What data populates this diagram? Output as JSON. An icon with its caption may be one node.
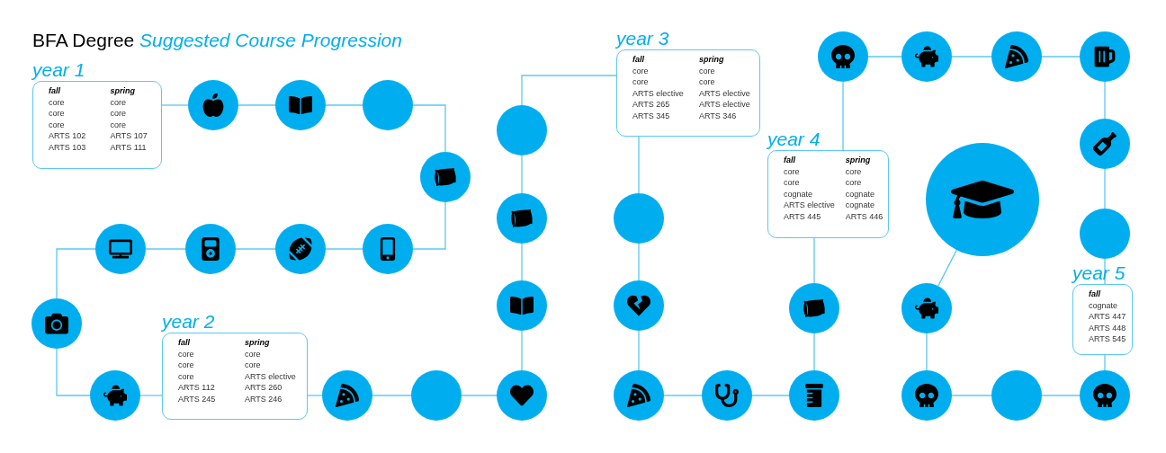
{
  "diagram": {
    "title": "BFA Degree *Suggested Course Progression*",
    "nodes": [
      {
        "text": [
          "year 1",
          "fall",
          "core",
          "core",
          "core",
          "ARTS 102",
          "ARTS 103",
          "spring",
          "core",
          "core",
          "core",
          "ARTS 107",
          "ARTS 111"
        ]
      },
      {
        "text": [],
        "shape": "circle"
      },
      {
        "text": [],
        "shape": "circle"
      },
      {
        "text": [],
        "shape": "circle"
      },
      {
        "text": [],
        "shape": "circle"
      },
      {
        "text": [],
        "shape": "circle"
      },
      {
        "text": [],
        "shape": "circle"
      },
      {
        "text": [],
        "shape": "circle"
      },
      {
        "text": [],
        "shape": "circle"
      },
      {
        "text": [],
        "shape": "circle"
      },
      {
        "text": [],
        "shape": "circle"
      },
      {
        "text": [
          "year 2",
          "fall",
          "core",
          "core",
          "core",
          "ARTS 112",
          "ARTS 245",
          "spring",
          "core",
          "core",
          "ARTS elective",
          "ARTS 260",
          "ARTS 246"
        ]
      },
      {
        "text": [],
        "shape": "circle"
      },
      {
        "text": [],
        "shape": "circle"
      },
      {
        "text": [],
        "shape": "circle"
      },
      {
        "text": [],
        "shape": "circle"
      },
      {
        "text": [],
        "shape": "circle"
      },
      {
        "text": [],
        "shape": "circle"
      },
      {
        "text": [
          "year 3",
          "fall",
          "core",
          "core",
          "ARTS elective",
          "ARTS 265",
          "ARTS 345",
          "spring",
          "core",
          "core",
          "ARTS elective",
          "ARTS elective",
          "ARTS 346"
        ]
      },
      {
        "text": [],
        "shape": "circle"
      },
      {
        "text": [],
        "shape": "circle"
      },
      {
        "text": [],
        "shape": "circle"
      },
      {
        "text": [],
        "shape": "circle"
      },
      {
        "text": [],
        "shape": "circle"
      },
      {
        "text": [],
        "shape": "circle"
      },
      {
        "text": [
          "year 4",
          "fall",
          "core",
          "core",
          "cognate",
          "ARTS elective",
          "ARTS 445",
          "spring",
          "core",
          "core",
          "cognate",
          "cognate",
          "ARTS 446"
        ]
      },
      {
        "text": [],
        "shape": "circle"
      },
      {
        "text": [],
        "shape": "circle"
      },
      {
        "text": [],
        "shape": "circle"
      },
      {
        "text": [],
        "shape": "circle"
      },
      {
        "text": [],
        "shape": "circle"
      },
      {
        "text": [],
        "shape": "circle"
      },
      {
        "text": [
          "year 5",
          "fall",
          "cognate",
          "ARTS 447",
          "ARTS 448",
          "ARTS 545"
        ]
      },
      {
        "text": [],
        "shape": "circle"
      },
      {
        "text": [],
        "shape": "circle"
      },
      {
        "text": [],
        "shape": "circle"
      },
      {
        "text": [],
        "shape": "circle"
      },
      {
        "text": [],
        "shape": "circle"
      }
    ],
    "edges": [
      {
        "from": 0,
        "to": 1,
        "arrow": "none"
      },
      {
        "from": 1,
        "to": 2,
        "arrow": "none"
      },
      {
        "from": 2,
        "to": 3,
        "arrow": "none"
      },
      {
        "from": 3,
        "to": 4,
        "arrow": "none"
      },
      {
        "from": 4,
        "to": 5,
        "arrow": "none"
      },
      {
        "from": 5,
        "to": 6,
        "arrow": "none"
      },
      {
        "from": 6,
        "to": 7,
        "arrow": "none"
      },
      {
        "from": 7,
        "to": 8,
        "arrow": "none"
      },
      {
        "from": 8,
        "to": 9,
        "arrow": "none"
      },
      {
        "from": 9,
        "to": 10,
        "arrow": "none"
      },
      {
        "from": 10,
        "to": 11,
        "arrow": "none"
      },
      {
        "from": 11,
        "to": 12,
        "arrow": "none"
      },
      {
        "from": 12,
        "to": 13,
        "arrow": "none"
      },
      {
        "from": 13,
        "to": 14,
        "arrow": "none"
      },
      {
        "from": 14,
        "to": 15,
        "arrow": "none"
      },
      {
        "from": 15,
        "to": 16,
        "arrow": "none"
      },
      {
        "from": 16,
        "to": 17,
        "arrow": "none"
      },
      {
        "from": 17,
        "to": 18,
        "arrow": "none"
      },
      {
        "from": 18,
        "to": 19,
        "arrow": "none"
      },
      {
        "from": 19,
        "to": 20,
        "arrow": "none"
      },
      {
        "from": 20,
        "to": 21,
        "arrow": "none"
      },
      {
        "from": 21,
        "to": 22,
        "arrow": "none"
      },
      {
        "from": 22,
        "to": 23,
        "arrow": "none"
      },
      {
        "from": 23,
        "to": 24,
        "arrow": "none"
      },
      {
        "from": 24,
        "to": 25,
        "arrow": "none"
      },
      {
        "from": 25,
        "to": 26,
        "arrow": "none"
      },
      {
        "from": 26,
        "to": 27,
        "arrow": "none"
      },
      {
        "from": 27,
        "to": 28,
        "arrow": "none"
      },
      {
        "from": 28,
        "to": 29,
        "arrow": "none"
      },
      {
        "from": 29,
        "to": 30,
        "arrow": "none"
      },
      {
        "from": 30,
        "to": 31,
        "arrow": "none"
      },
      {
        "from": 31,
        "to": 32,
        "arrow": "none"
      },
      {
        "from": 32,
        "to": 33,
        "arrow": "none"
      },
      {
        "from": 33,
        "to": 34,
        "arrow": "none"
      },
      {
        "from": 34,
        "to": 35,
        "arrow": "none"
      },
      {
        "from": 35,
        "to": 36,
        "arrow": "none"
      },
      {
        "from": 36,
        "to": 37,
        "arrow": "none"
      }
    ]
  }
}
